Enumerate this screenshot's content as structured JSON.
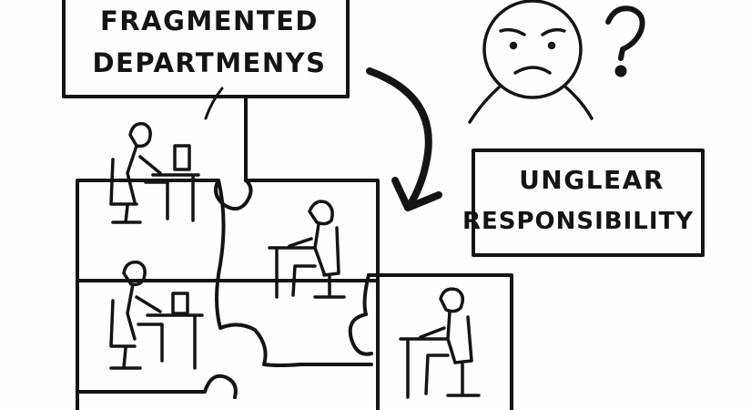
{
  "boxes": {
    "fragmented": {
      "line1": "FRAGMENTED",
      "line2": "DEPARTMENYS"
    },
    "unclear": {
      "line1": "UNGLEAR",
      "line2": "RESPONSIBILITY"
    }
  },
  "question_mark": "?",
  "ink_color": "#141414",
  "icons": {
    "face": "sad-face-icon",
    "arrow": "curved-arrow-icon",
    "workers": [
      "office-worker-icon",
      "office-worker-icon",
      "office-worker-icon",
      "office-worker-icon"
    ],
    "puzzle": "puzzle-pieces-icon"
  }
}
